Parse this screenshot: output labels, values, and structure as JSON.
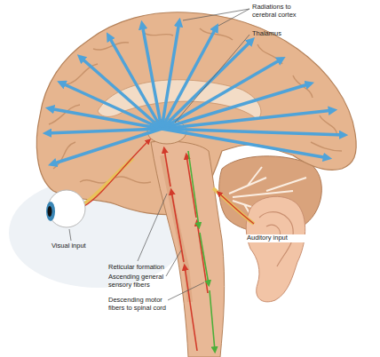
{
  "diagram": {
    "labels": [
      "Radiations to cerebral cortex",
      "Thalamus",
      "Visual input",
      "Auditory input",
      "Reticular formation",
      "Ascending general sensory fibers",
      "Descending motor fibers to spinal cord"
    ]
  }
}
